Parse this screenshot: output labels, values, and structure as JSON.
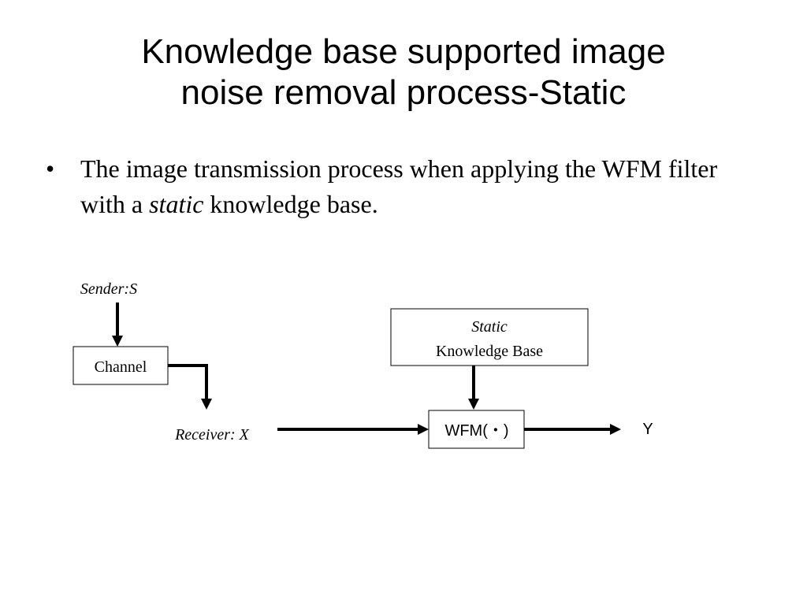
{
  "slide": {
    "title_line1": "Knowledge base supported image",
    "title_line2": "noise removal process-Static",
    "bullet_symbol": "•",
    "bullet_text_1": "The image transmission process when applying the WFM filter with a ",
    "bullet_text_em": "static",
    "bullet_text_2": " knowledge base."
  },
  "diagram": {
    "sender_label": "Sender:S",
    "channel_label": "Channel",
    "receiver_label": "Receiver: X",
    "kb_line1": "Static",
    "kb_line2": "Knowledge Base",
    "wfm_label": "WFM(・)",
    "output_label": "Y"
  }
}
